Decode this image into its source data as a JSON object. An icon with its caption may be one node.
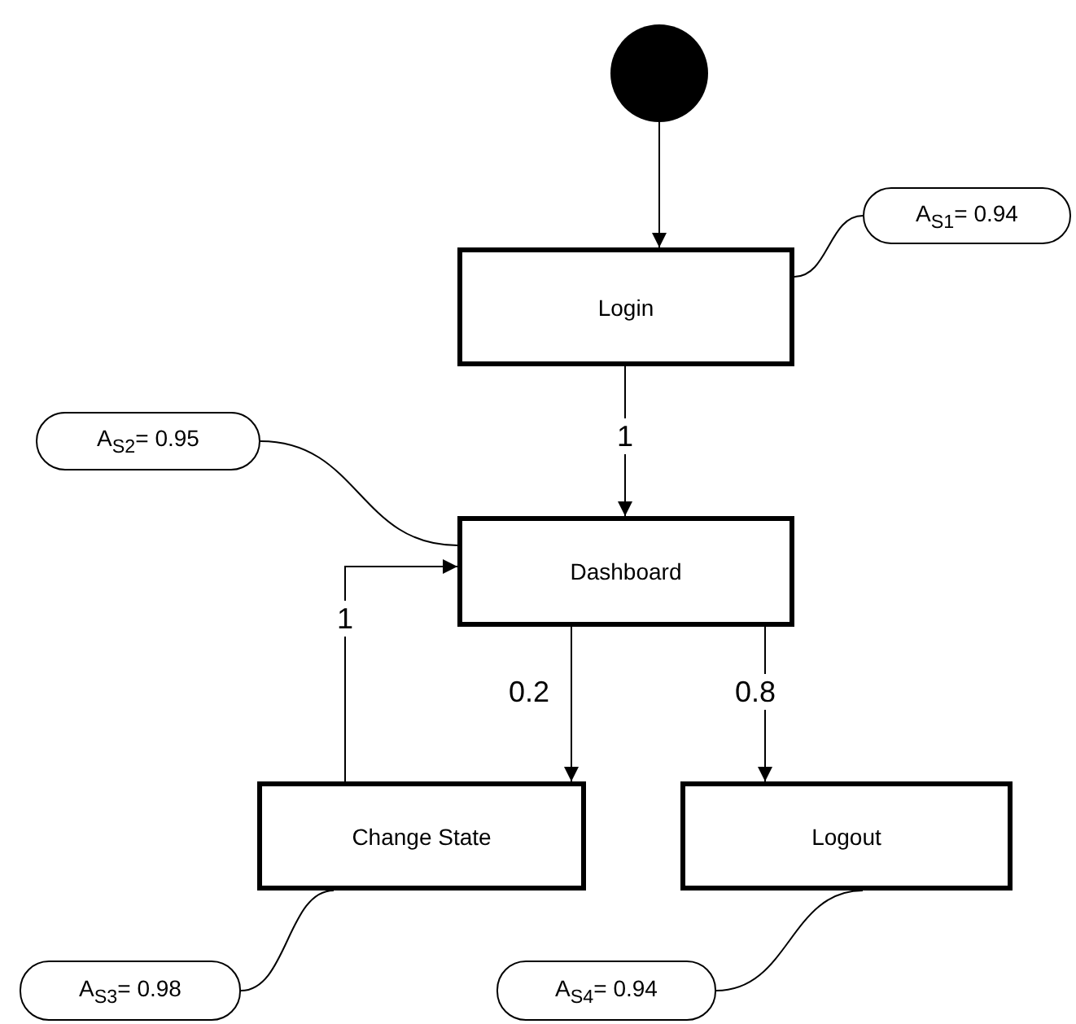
{
  "diagram": {
    "nodes": [
      {
        "text": [],
        "shape": "circle"
      },
      {
        "text": [
          "A$_{S1}$= 0.94"
        ]
      },
      {
        "text": [
          "Login"
        ]
      },
      {
        "text": [
          "A$_{S2}$= 0.95"
        ]
      },
      {
        "text": [
          "Dashboard"
        ]
      },
      {
        "text": [
          "Change State"
        ]
      },
      {
        "text": [
          "Logout"
        ]
      },
      {
        "text": [
          "A$_{S3}$= 0.98"
        ]
      },
      {
        "text": [
          "A$_{S4}$= 0.94"
        ]
      }
    ],
    "edges": [
      {
        "from": 0,
        "to": 2,
        "arrow": "to"
      },
      {
        "from": 2,
        "to": 4,
        "arrow": "to",
        "label": "1"
      },
      {
        "from": 4,
        "to": 5,
        "arrow": "to",
        "label": "0.2"
      },
      {
        "from": 4,
        "to": 6,
        "arrow": "to",
        "label": "0.8"
      },
      {
        "from": 5,
        "to": 4,
        "arrow": "to",
        "label": "1"
      },
      {
        "from": 1,
        "to": 2,
        "arrow": "none"
      },
      {
        "from": 3,
        "to": 4,
        "arrow": "none"
      },
      {
        "from": 7,
        "to": 5,
        "arrow": "none"
      },
      {
        "from": 8,
        "to": 6,
        "arrow": "none"
      }
    ]
  }
}
